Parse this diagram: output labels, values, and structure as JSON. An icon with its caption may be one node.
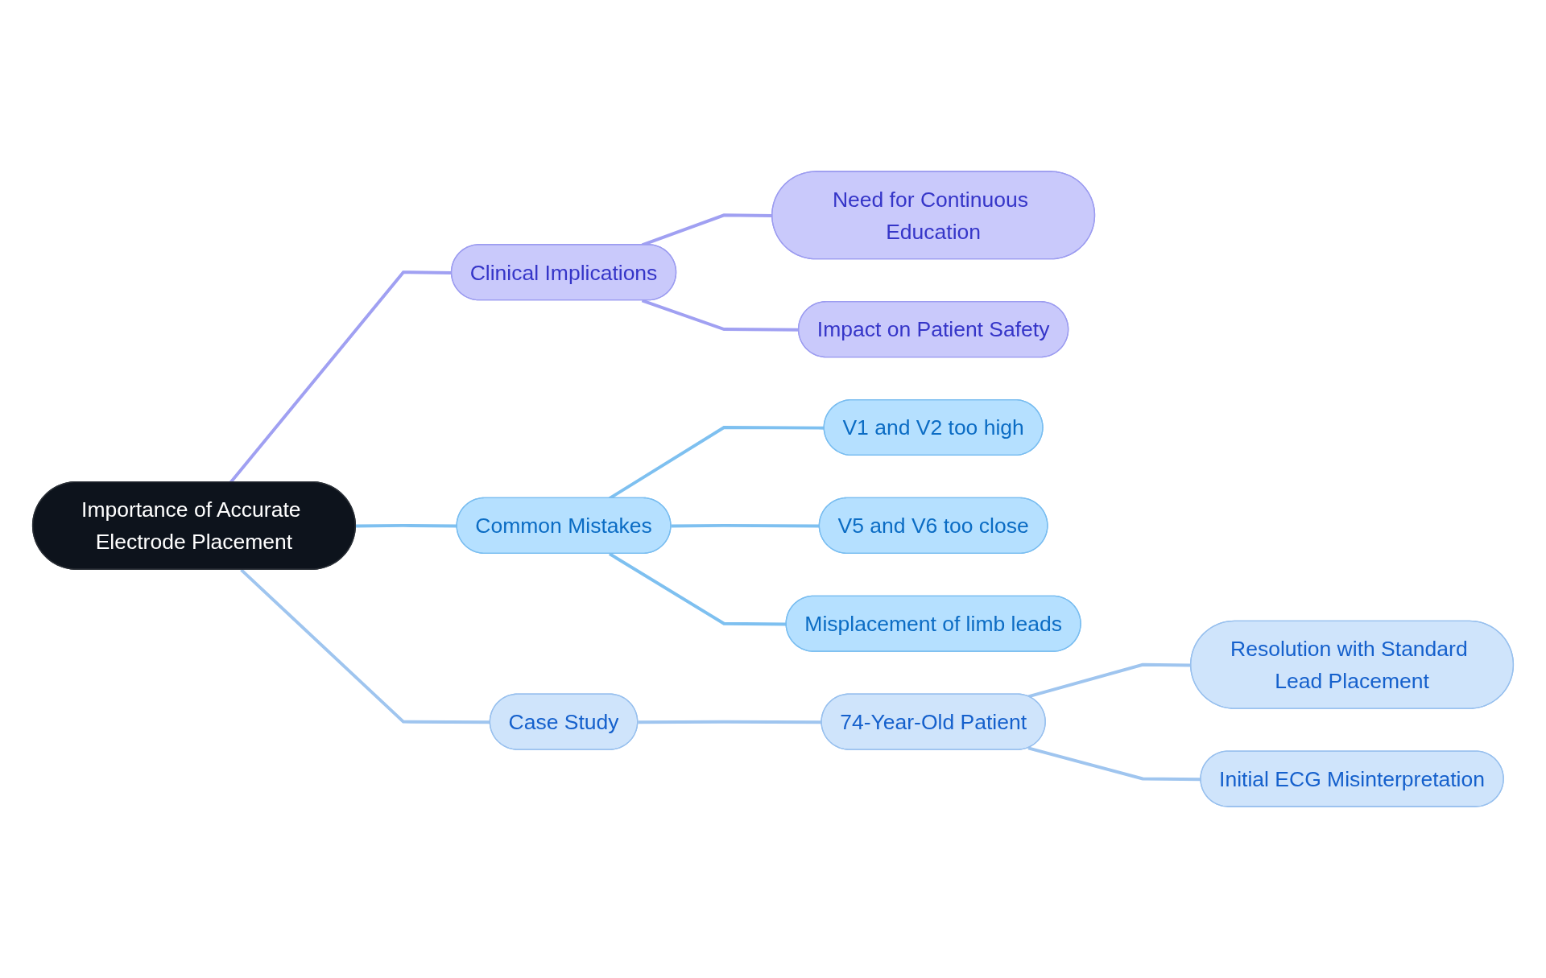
{
  "diagram": {
    "nodes": [
      {
        "text": [
          "Importance of Accurate Electrode Placement"
        ]
      },
      {
        "text": [
          "Clinical Implications"
        ]
      },
      {
        "text": [
          "Need for Continuous Education"
        ]
      },
      {
        "text": [
          "Impact on Patient Safety"
        ]
      },
      {
        "text": [
          "Common Mistakes"
        ]
      },
      {
        "text": [
          "V1 and V2 too high"
        ]
      },
      {
        "text": [
          "V5 and V6 too close"
        ]
      },
      {
        "text": [
          "Misplacement of limb leads"
        ]
      },
      {
        "text": [
          "Case Study"
        ]
      },
      {
        "text": [
          "74-Year-Old Patient"
        ]
      },
      {
        "text": [
          "Resolution with Standard Lead Placement"
        ]
      },
      {
        "text": [
          "Initial ECG Misinterpretation"
        ]
      }
    ],
    "edges": [
      {
        "from": 0,
        "to": 1,
        "arrow": "none",
        "color": "#a0a0f2"
      },
      {
        "from": 1,
        "to": 2,
        "arrow": "none",
        "color": "#a0a0f2"
      },
      {
        "from": 1,
        "to": 3,
        "arrow": "none",
        "color": "#a0a0f2"
      },
      {
        "from": 0,
        "to": 4,
        "arrow": "none",
        "color": "#7ec0f0"
      },
      {
        "from": 4,
        "to": 5,
        "arrow": "none",
        "color": "#7ec0f0"
      },
      {
        "from": 4,
        "to": 6,
        "arrow": "none",
        "color": "#7ec0f0"
      },
      {
        "from": 4,
        "to": 7,
        "arrow": "none",
        "color": "#7ec0f0"
      },
      {
        "from": 0,
        "to": 8,
        "arrow": "none",
        "color": "#9fc5ef"
      },
      {
        "from": 8,
        "to": 9,
        "arrow": "none",
        "color": "#9fc5ef"
      },
      {
        "from": 9,
        "to": 10,
        "arrow": "none",
        "color": "#9fc5ef"
      },
      {
        "from": 9,
        "to": 11,
        "arrow": "none",
        "color": "#9fc5ef"
      }
    ]
  }
}
